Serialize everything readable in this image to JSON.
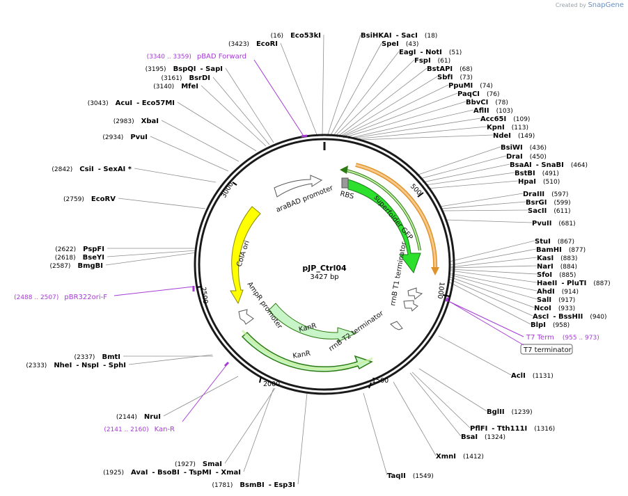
{
  "branding": {
    "created_by": "Created by",
    "app": "SnapGene"
  },
  "plasmid": {
    "name": "pJP_Ctrl04",
    "length": "3427 bp"
  },
  "ticks": [
    "500",
    "1000",
    "1500",
    "2000",
    "2500",
    "3000"
  ],
  "colors": {
    "gfp": "#33cc33",
    "kanr": "#c8f5c8",
    "colaori": "#ffff00",
    "orange": "#f2a640",
    "primer": "#a63ad6",
    "backbone": "#1a1a1a"
  },
  "features": [
    {
      "label": "superfolder GFP",
      "type": "gene",
      "color": "#33cc33"
    },
    {
      "label": "KanR",
      "type": "gene",
      "color": "#c8f5c8"
    },
    {
      "label": "KanR",
      "type": "gene",
      "color": "#c8f5c8"
    },
    {
      "label": "ColA ori",
      "type": "rep_origin",
      "color": "#ffff00"
    },
    {
      "label": "araBAD promoter",
      "type": "promoter",
      "color": "#ffffff"
    },
    {
      "label": "AmpR promoter",
      "type": "promoter",
      "color": "#ffffff"
    },
    {
      "label": "RBS",
      "type": "RBS",
      "color": "#999999"
    },
    {
      "label": "rrnB T1 terminator",
      "type": "terminator",
      "color": "#ffffff"
    },
    {
      "label": "rrnB T2 terminator",
      "type": "terminator",
      "color": "#ffffff"
    }
  ],
  "enzymes_right": [
    {
      "names": [
        "BsiHKAI",
        "SacI"
      ],
      "pos": "(18)"
    },
    {
      "names": [
        "SpeI"
      ],
      "pos": "(43)"
    },
    {
      "names": [
        "EagI",
        "NotI"
      ],
      "pos": "(51)"
    },
    {
      "names": [
        "FspI"
      ],
      "pos": "(61)"
    },
    {
      "names": [
        "BstAPI"
      ],
      "pos": "(68)"
    },
    {
      "names": [
        "SbfI"
      ],
      "pos": "(73)"
    },
    {
      "names": [
        "PpuMI"
      ],
      "pos": "(74)"
    },
    {
      "names": [
        "PaqCI"
      ],
      "pos": "(76)"
    },
    {
      "names": [
        "BbvCI"
      ],
      "pos": "(78)"
    },
    {
      "names": [
        "AflII"
      ],
      "pos": "(103)"
    },
    {
      "names": [
        "Acc65I"
      ],
      "pos": "(109)"
    },
    {
      "names": [
        "KpnI"
      ],
      "pos": "(113)"
    },
    {
      "names": [
        "NdeI"
      ],
      "pos": "(149)"
    },
    {
      "names": [
        "BsiWI"
      ],
      "pos": "(436)"
    },
    {
      "names": [
        "DraI"
      ],
      "pos": "(450)"
    },
    {
      "names": [
        "BsaAI",
        "SnaBI"
      ],
      "pos": "(464)"
    },
    {
      "names": [
        "BstBI"
      ],
      "pos": "(491)"
    },
    {
      "names": [
        "HpaI"
      ],
      "pos": "(510)"
    },
    {
      "names": [
        "DraIII"
      ],
      "pos": "(597)"
    },
    {
      "names": [
        "BsrGI"
      ],
      "pos": "(599)"
    },
    {
      "names": [
        "SacII"
      ],
      "pos": "(611)"
    },
    {
      "names": [
        "PvuII"
      ],
      "pos": "(681)"
    },
    {
      "names": [
        "StuI"
      ],
      "pos": "(867)"
    },
    {
      "names": [
        "BamHI"
      ],
      "pos": "(877)"
    },
    {
      "names": [
        "KasI"
      ],
      "pos": "(883)"
    },
    {
      "names": [
        "NarI"
      ],
      "pos": "(884)"
    },
    {
      "names": [
        "SfoI"
      ],
      "pos": "(885)"
    },
    {
      "names": [
        "HaeII",
        "PluTI"
      ],
      "pos": "(887)"
    },
    {
      "names": [
        "AhdI"
      ],
      "pos": "(914)"
    },
    {
      "names": [
        "SalI"
      ],
      "pos": "(917)"
    },
    {
      "names": [
        "NcoI"
      ],
      "pos": "(933)"
    },
    {
      "names": [
        "AscI",
        "BssHII"
      ],
      "pos": "(940)"
    },
    {
      "names": [
        "BlpI"
      ],
      "pos": "(958)"
    },
    {
      "names": [
        "AclI"
      ],
      "pos": "(1131)"
    },
    {
      "names": [
        "BglII"
      ],
      "pos": "(1239)"
    },
    {
      "names": [
        "PflFI",
        "Tth111I"
      ],
      "pos": "(1316)"
    },
    {
      "names": [
        "BsaI"
      ],
      "pos": "(1324)"
    },
    {
      "names": [
        "XmnI"
      ],
      "pos": "(1412)"
    },
    {
      "names": [
        "TaqII"
      ],
      "pos": "(1549)"
    }
  ],
  "enzymes_left": [
    {
      "names": [
        "Eco53kI"
      ],
      "pos": "(16)"
    },
    {
      "names": [
        "EcoRI"
      ],
      "pos": "(3423)"
    },
    {
      "names": [
        "BspQI",
        "SapI"
      ],
      "pos": "(3195)"
    },
    {
      "names": [
        "BsrDI"
      ],
      "pos": "(3161)"
    },
    {
      "names": [
        "MfeI"
      ],
      "pos": "(3140)"
    },
    {
      "names": [
        "AcuI",
        "Eco57MI"
      ],
      "pos": "(3043)"
    },
    {
      "names": [
        "XbaI"
      ],
      "pos": "(2983)"
    },
    {
      "names": [
        "PvuI"
      ],
      "pos": "(2934)"
    },
    {
      "names": [
        "CsiI",
        "SexAI *"
      ],
      "pos": "(2842)"
    },
    {
      "names": [
        "EcoRV"
      ],
      "pos": "(2759)"
    },
    {
      "names": [
        "PspFI"
      ],
      "pos": "(2622)"
    },
    {
      "names": [
        "BseYI"
      ],
      "pos": "(2618)"
    },
    {
      "names": [
        "BmgBI"
      ],
      "pos": "(2587)"
    },
    {
      "names": [
        "BmtI"
      ],
      "pos": "(2337)"
    },
    {
      "names": [
        "NheI",
        "NspI",
        "SphI"
      ],
      "pos": "(2333)"
    },
    {
      "names": [
        "NruI"
      ],
      "pos": "(2144)"
    },
    {
      "names": [
        "SmaI"
      ],
      "pos": "(1927)"
    },
    {
      "names": [
        "AvaI",
        "BsoBI",
        "TspMI",
        "XmaI"
      ],
      "pos": "(1925)"
    },
    {
      "names": [
        "BsmBI",
        "Esp3I"
      ],
      "pos": "(1781)"
    }
  ],
  "primers": [
    {
      "label": "pBAD Forward",
      "range": "(3340 .. 3359)"
    },
    {
      "label": "pBR322ori-F",
      "range": "(2488 .. 2507)"
    },
    {
      "label": "Kan-R",
      "range": "(2141 .. 2160)"
    },
    {
      "label": "T7 Term",
      "range": "(955 .. 973)"
    }
  ],
  "boxed_labels": [
    {
      "label": "T7 terminator"
    }
  ]
}
